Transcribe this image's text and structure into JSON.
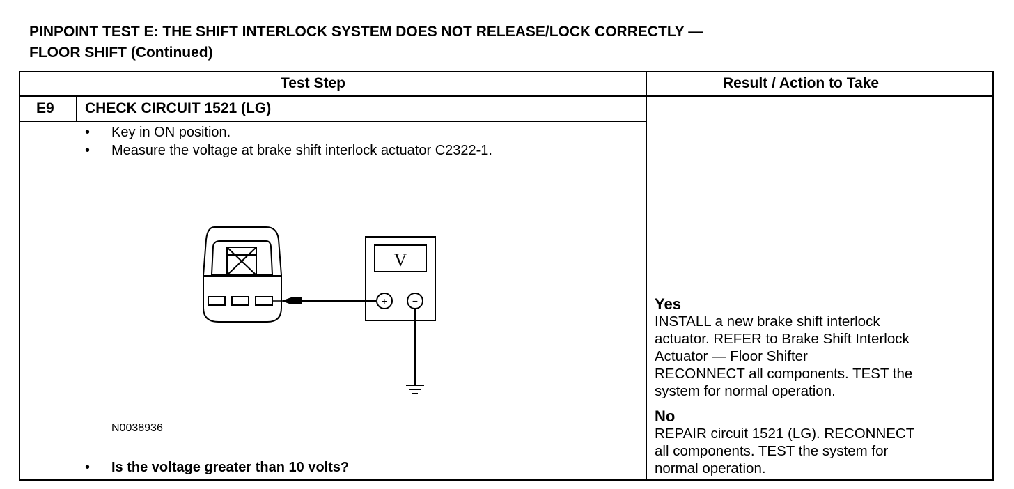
{
  "header": {
    "title_line1": "PINPOINT TEST E: THE SHIFT INTERLOCK SYSTEM DOES NOT RELEASE/LOCK CORRECTLY —",
    "title_line2": "FLOOR SHIFT (Continued)"
  },
  "table": {
    "col_test_step": "Test Step",
    "col_result": "Result / Action to Take",
    "step_id": "E9",
    "step_title": "CHECK CIRCUIT 1521 (LG)",
    "bullet_symbol": "•",
    "instructions": [
      "Key in ON position.",
      "Measure the voltage at brake shift interlock actuator C2322-1."
    ],
    "figure": {
      "id": "N0038936",
      "meter_display": "V",
      "plus_terminal": "+",
      "minus_terminal": "−"
    },
    "question": "Is the voltage greater than 10 volts?",
    "results": {
      "yes_label": "Yes",
      "yes_lines": [
        "INSTALL a new brake shift interlock",
        "actuator. REFER to Brake Shift Interlock",
        "Actuator — Floor Shifter",
        "RECONNECT all components. TEST the",
        "system for normal operation."
      ],
      "no_label": "No",
      "no_lines": [
        "REPAIR circuit 1521 (LG). RECONNECT",
        "all components. TEST the system for",
        "normal operation."
      ]
    }
  }
}
